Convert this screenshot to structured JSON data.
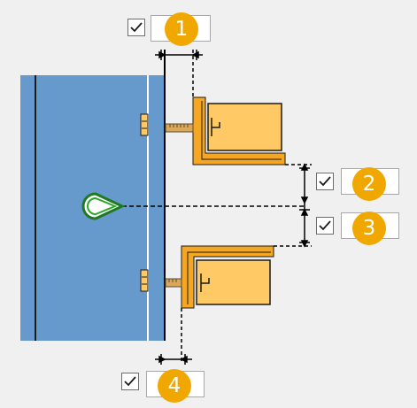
{
  "colors": {
    "plate_blue": "#6699cc",
    "part_fill": "#ffc966",
    "part_shadow": "#f5a623",
    "anchor_green": "#2aa82a",
    "badge_orange": "#f0a700"
  },
  "icons": {
    "anchor": "teardrop-anchor-icon",
    "checkbox": "checkmark-icon"
  },
  "controls": [
    {
      "id": "gap-1",
      "checked": true,
      "label": "1"
    },
    {
      "id": "gap-2",
      "checked": true,
      "label": "2"
    },
    {
      "id": "gap-3",
      "checked": true,
      "label": "3"
    },
    {
      "id": "gap-4",
      "checked": true,
      "label": "4"
    }
  ]
}
